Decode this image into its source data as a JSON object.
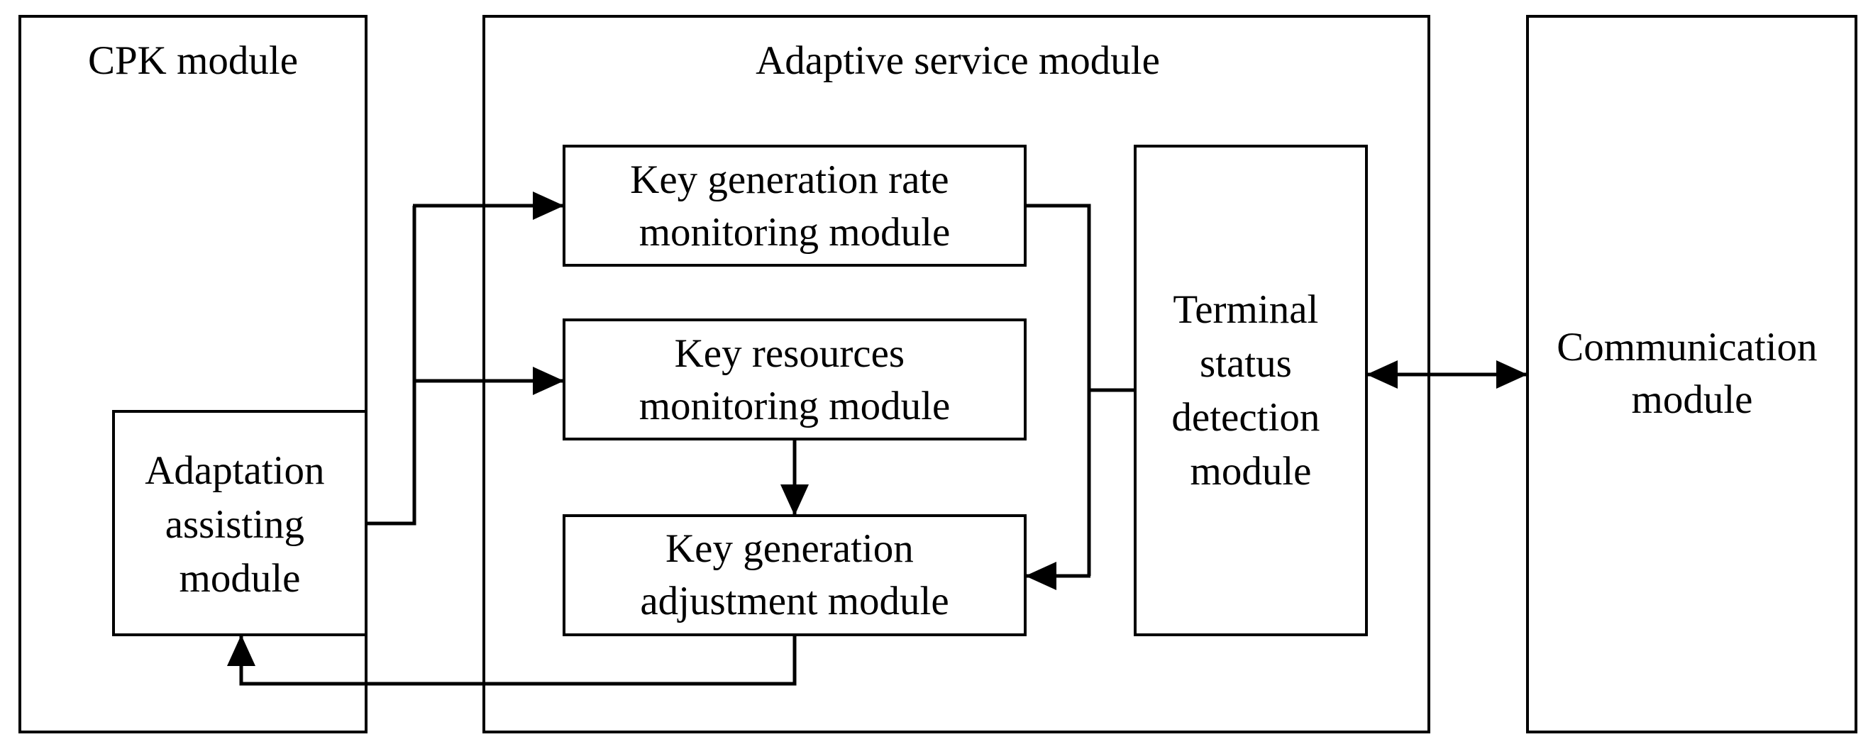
{
  "diagram": {
    "cpk_module": {
      "title": "CPK module"
    },
    "adaptation_assisting_module": {
      "lines": [
        "Adaptation",
        "assisting",
        "module"
      ]
    },
    "adaptive_service_module": {
      "title": "Adaptive service module"
    },
    "key_generation_rate_monitoring_module": {
      "lines": [
        "Key generation rate",
        "monitoring module"
      ]
    },
    "key_resources_monitoring_module": {
      "lines": [
        "Key resources",
        "monitoring module"
      ]
    },
    "key_generation_adjustment_module": {
      "lines": [
        "Key generation",
        "adjustment module"
      ]
    },
    "terminal_status_detection_module": {
      "lines": [
        "Terminal",
        "status",
        "detection",
        "module"
      ]
    },
    "communication_module": {
      "lines": [
        "Communication",
        "module"
      ]
    },
    "stroke_color": "#000000",
    "background_color": "#ffffff"
  }
}
